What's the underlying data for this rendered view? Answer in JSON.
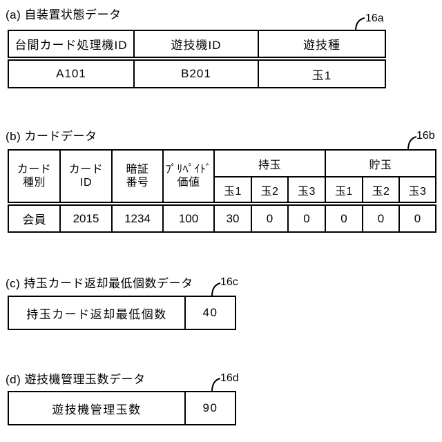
{
  "figure": {
    "line_color": "#000000",
    "background": "#ffffff"
  },
  "sections": {
    "a": {
      "title": "(a) 自装置状態データ",
      "ref": "16a",
      "table": {
        "headers": [
          "台間カード処理機ID",
          "遊技機ID",
          "遊技種"
        ],
        "row": [
          "A101",
          "B201",
          "玉1"
        ]
      }
    },
    "b": {
      "title": "(b) カードデータ",
      "ref": "16b",
      "table": {
        "rowspan_headers": [
          "カード\n種別",
          "カード\nID",
          "暗証\n番号",
          "ﾌﾟﾘﾍﾟｲﾄﾞ\n価値"
        ],
        "group_headers": [
          "持玉",
          "貯玉"
        ],
        "sub_headers": [
          "玉1",
          "玉2",
          "玉3",
          "玉1",
          "玉2",
          "玉3"
        ],
        "row": [
          "会員",
          "2015",
          "1234",
          "100",
          "30",
          "0",
          "0",
          "0",
          "0",
          "0"
        ]
      }
    },
    "c": {
      "title": "(c) 持玉カード返却最低個数データ",
      "ref": "16c",
      "table": {
        "label": "持玉カード返却最低個数",
        "value": "40"
      }
    },
    "d": {
      "title": "(d) 遊技機管理玉数データ",
      "ref": "16d",
      "table": {
        "label": "遊技機管理玉数",
        "value": "90"
      }
    }
  }
}
